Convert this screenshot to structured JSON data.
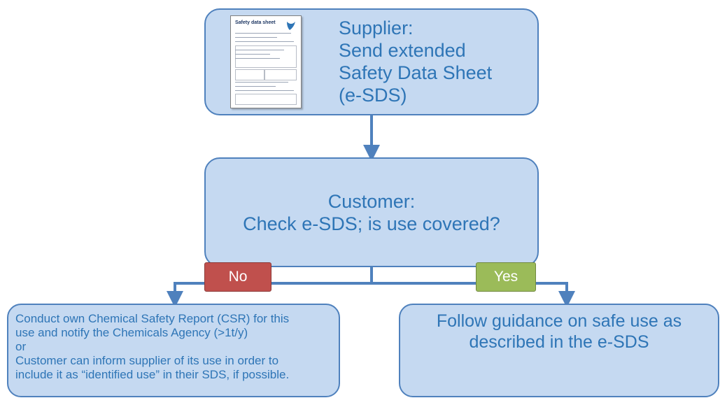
{
  "supplier": {
    "lines": [
      "Supplier:",
      "Send extended",
      "Safety Data Sheet",
      "(e-SDS)"
    ],
    "doc_title": "Safety data sheet"
  },
  "customer": {
    "lines": [
      "Customer:",
      "Check e-SDS; is use covered?"
    ]
  },
  "decision": {
    "no": "No",
    "yes": "Yes"
  },
  "left_box": {
    "lines": [
      "Conduct own Chemical Safety Report (CSR) for this",
      "use and notify the Chemicals Agency (>1t/y)",
      "or",
      "Customer can inform supplier of its use in order to",
      "include it as “identified use” in their SDS, if possible."
    ]
  },
  "right_box": {
    "lines": [
      "Follow guidance on safe use as",
      "described in the e-SDS"
    ]
  },
  "colors": {
    "box_fill": "#c5d9f1",
    "box_border": "#4f81bd",
    "text": "#2e75b6",
    "no": "#c0504d",
    "yes": "#9bbb59",
    "arrow": "#4f81bd"
  }
}
